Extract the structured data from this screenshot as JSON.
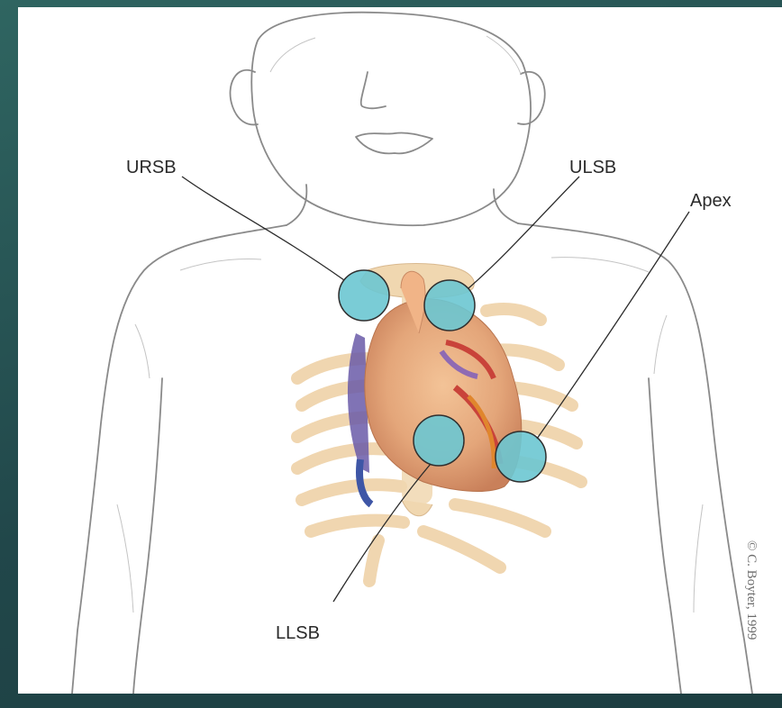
{
  "labels": {
    "urs b": "",
    "ursb": "URSB",
    "ulsb": "ULSB",
    "apex": "Apex",
    "llsb": "LLSB"
  },
  "credit": "© C. Boyter, 1999",
  "colors": {
    "background": "#27514f",
    "auscultation_spot": "#6cc6d2",
    "ribs": "#efd4ac",
    "heart": "#e4a67a",
    "outline": "#8a8a8a"
  },
  "icons": [
    "stethoscope-spot"
  ]
}
